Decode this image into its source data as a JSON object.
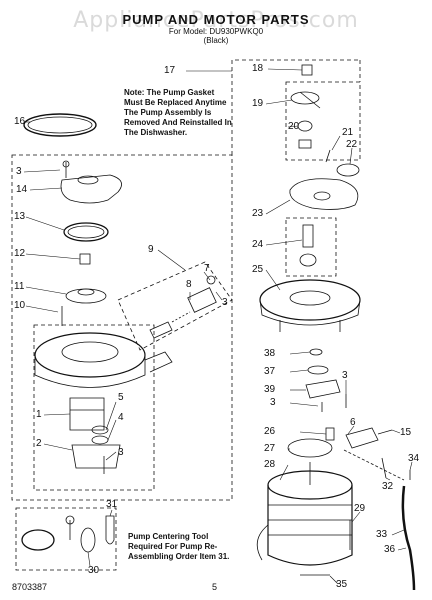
{
  "header": {
    "title": "PUMP AND MOTOR PARTS",
    "subtitle": "For Model: DU930PWKQ0",
    "subtitle2": "(Black)",
    "watermark": "AppliancePartsPros.com"
  },
  "notes": {
    "gasket_note": "Note: The Pump Gasket Must Be Replaced Anytime The Pump Assembly Is Removed And Reinstalled In The Dishwasher.",
    "tool_note": "Pump Centering Tool Required For Pump Re-Assembling Order Item 31."
  },
  "labels": {
    "l1": "1",
    "l2": "2",
    "l3a": "3",
    "l3b": "3",
    "l3c": "3",
    "l3d": "3",
    "l3e": "3",
    "l3f": "3",
    "l4": "4",
    "l5": "5",
    "l6": "6",
    "l7": "7",
    "l8": "8",
    "l9": "9",
    "l10": "10",
    "l11": "11",
    "l12": "12",
    "l13": "13",
    "l14": "14",
    "l15": "15",
    "l16": "16",
    "l17": "17",
    "l18": "18",
    "l19": "19",
    "l20": "20",
    "l21": "21",
    "l22": "22",
    "l23": "23",
    "l24": "24",
    "l25": "25",
    "l26": "26",
    "l27": "27",
    "l28": "28",
    "l29": "29",
    "l30": "30",
    "l31": "31",
    "l32": "32",
    "l33": "33",
    "l34": "34",
    "l35": "35",
    "l36": "36",
    "l37": "37",
    "l38": "38",
    "l39": "39"
  },
  "footer": {
    "doc_number": "8703387",
    "page": "5"
  }
}
